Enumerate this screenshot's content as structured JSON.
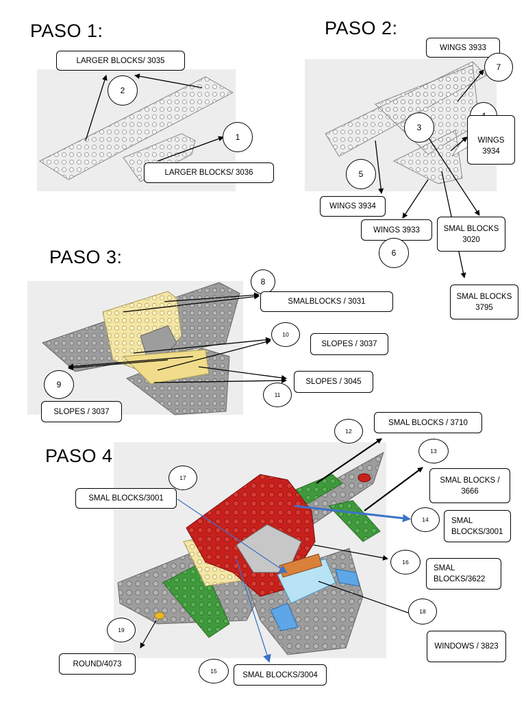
{
  "steps": [
    {
      "heading": "PASO 1:"
    },
    {
      "heading": "PASO 2:"
    },
    {
      "heading": "PASO 3:"
    },
    {
      "heading": "PASO 4:"
    }
  ],
  "labels": {
    "l3035": "LARGER BLOCKS/ 3035",
    "l3036": "LARGER BLOCKS/ 3036",
    "wings3933_top": "WINGS 3933",
    "wings3934_right": "WINGS 3934",
    "wings3934_left": "WINGS 3934",
    "wings3933_bottom": "WINGS 3933",
    "smal3020": "SMAL BLOCKS 3020",
    "smal3795": "SMAL BLOCKS 3795",
    "smal3031": "SMALBLOCKS /  3031",
    "slopes3037_a": "SLOPES / 3037",
    "slopes3045": "SLOPES / 3045",
    "slopes3037_b": "SLOPES / 3037",
    "smal3710": "SMAL BLOCKS / 3710",
    "smal3666": "SMAL BLOCKS / 3666",
    "smal3001_left": "SMAL BLOCKS/3001",
    "smal3001_right": "SMAL BLOCKS/3001",
    "smal3622": "SMAL BLOCKS/3622",
    "windows3823": "WINDOWS / 3823",
    "round4073": "ROUND/4073",
    "smal3004": "SMAL BLOCKS/3004"
  },
  "callouts": [
    "1",
    "2",
    "3",
    "4",
    "5",
    "6",
    "7",
    "8",
    "9",
    "10",
    "11",
    "12",
    "13",
    "14",
    "15",
    "16",
    "17",
    "18",
    "19"
  ],
  "colors": {
    "panel": "#ededed",
    "gray_brick": "#9d9d9d",
    "tan_brick": "#f3e6a6",
    "red_brick": "#c8201c",
    "green_brick": "#3f9a3c",
    "blue_window": "#8ec7ef",
    "orange_brick": "#d9803a",
    "blue_arrow": "#3c73c8",
    "yellow_round": "#e8b828"
  }
}
